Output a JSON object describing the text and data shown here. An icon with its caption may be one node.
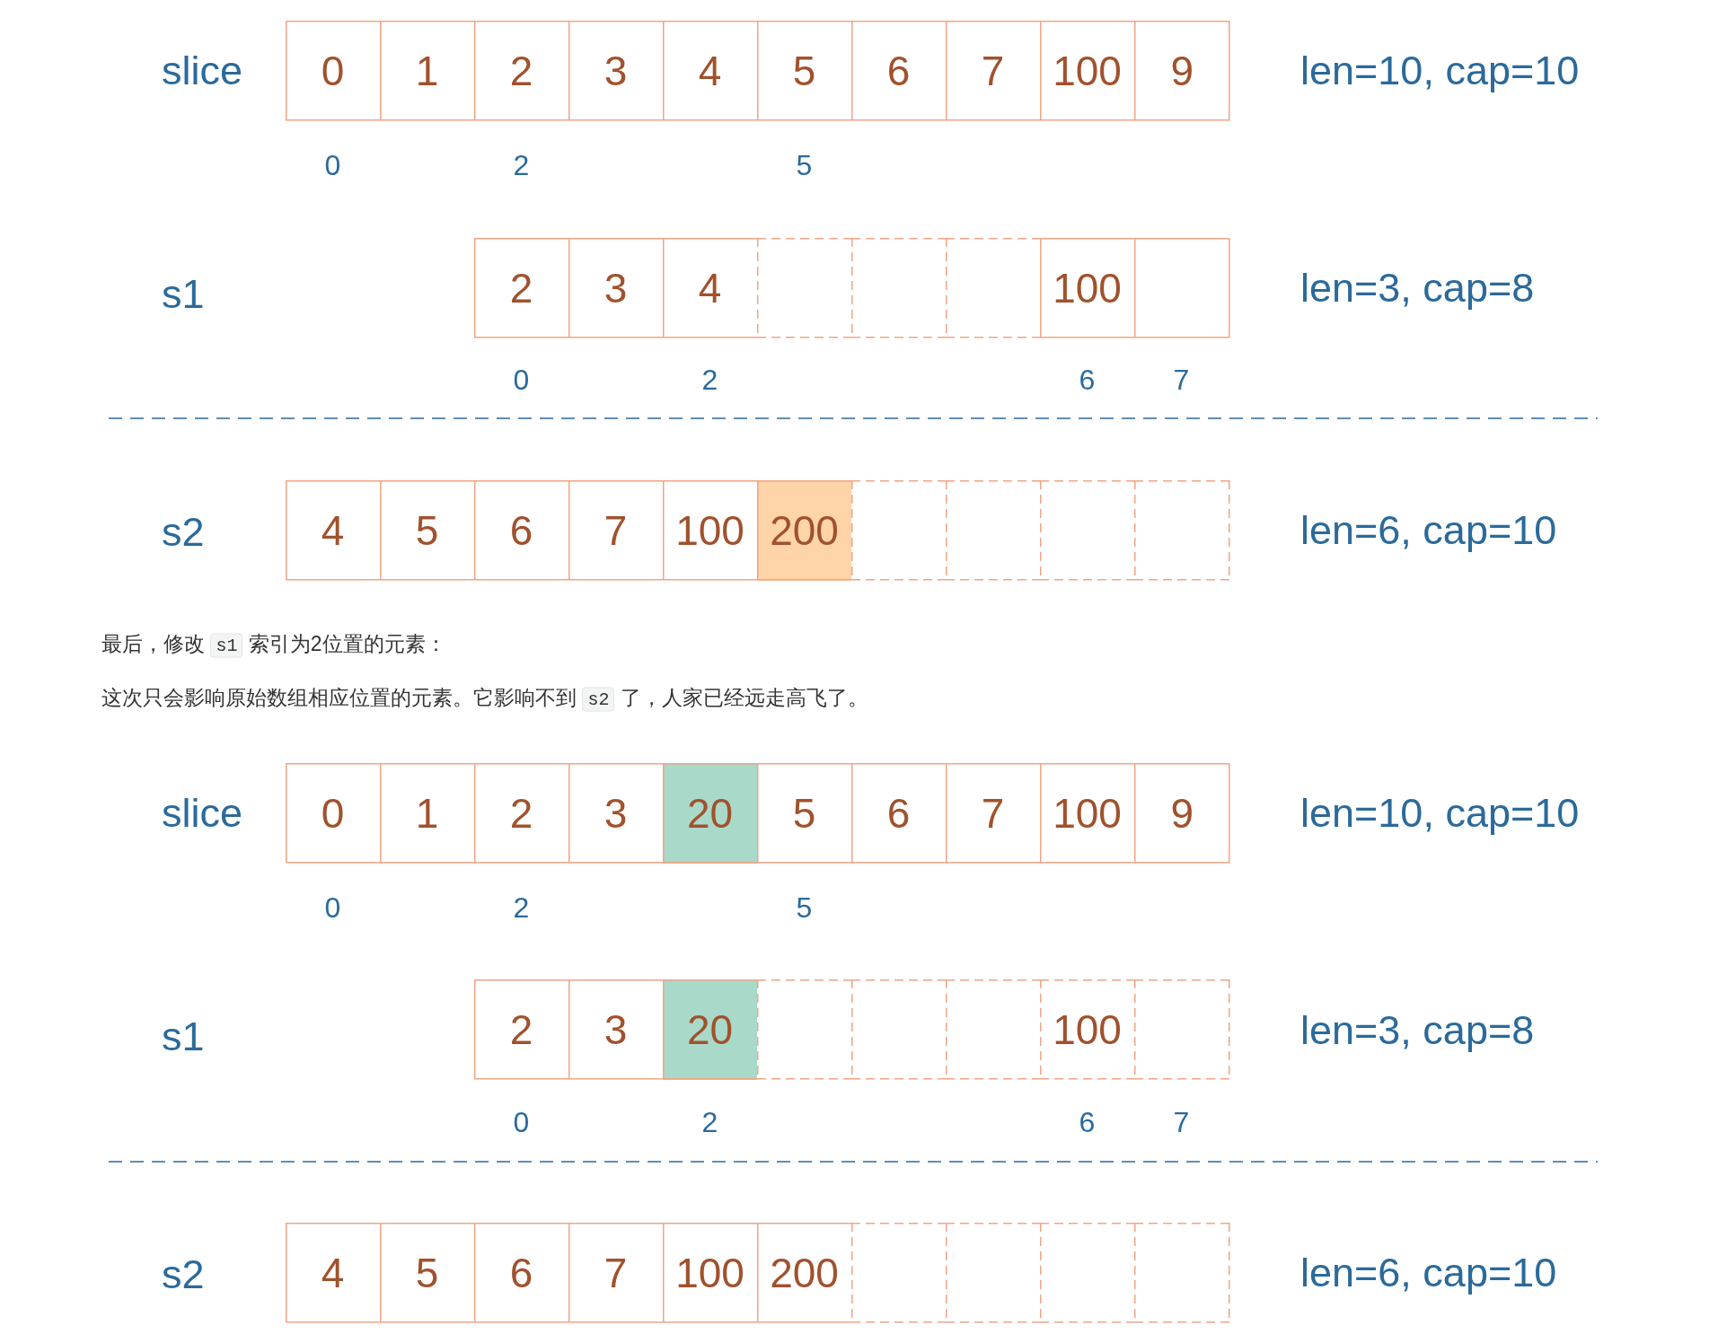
{
  "diagram": {
    "nodes": [
      {
        "text": [
          "0"
        ]
      },
      {
        "text": [
          "1"
        ]
      },
      {
        "text": [
          "2"
        ]
      },
      {
        "text": [
          "3"
        ]
      },
      {
        "text": [
          "4"
        ]
      },
      {
        "text": [
          "5"
        ]
      },
      {
        "text": [
          "6"
        ]
      },
      {
        "text": [
          "7"
        ]
      },
      {
        "text": [
          "100"
        ]
      },
      {
        "text": [
          "9"
        ]
      },
      {
        "text": [
          "2"
        ]
      },
      {
        "text": [
          "3"
        ]
      },
      {
        "text": [
          "4"
        ]
      },
      {
        "text": [],
        "shape": "box"
      },
      {
        "text": [],
        "shape": "box"
      },
      {
        "text": [],
        "shape": "box"
      },
      {
        "text": [
          "100"
        ]
      },
      {
        "text": [],
        "shape": "box"
      },
      {
        "text": [
          "4"
        ]
      },
      {
        "text": [
          "5"
        ]
      },
      {
        "text": [
          "6"
        ]
      },
      {
        "text": [
          "7"
        ]
      },
      {
        "text": [
          "100"
        ]
      },
      {
        "text": [
          "200"
        ]
      },
      {
        "text": [],
        "shape": "box"
      },
      {
        "text": [],
        "shape": "box"
      },
      {
        "text": [],
        "shape": "box"
      },
      {
        "text": [],
        "shape": "box"
      },
      {
        "text": [
          "0"
        ]
      },
      {
        "text": [
          "1"
        ]
      },
      {
        "text": [
          "2"
        ]
      },
      {
        "text": [
          "3"
        ]
      },
      {
        "text": [
          "20"
        ]
      },
      {
        "text": [
          "5"
        ]
      },
      {
        "text": [
          "6"
        ]
      },
      {
        "text": [
          "7"
        ]
      },
      {
        "text": [
          "100"
        ]
      },
      {
        "text": [
          "9"
        ]
      },
      {
        "text": [
          "2"
        ]
      },
      {
        "text": [
          "3"
        ]
      },
      {
        "text": [
          "20"
        ]
      },
      {
        "text": [],
        "shape": "box"
      },
      {
        "text": [],
        "shape": "box"
      },
      {
        "text": [],
        "shape": "box"
      },
      {
        "text": [
          "100"
        ]
      },
      {
        "text": [],
        "shape": "box"
      },
      {
        "text": [
          "4"
        ]
      },
      {
        "text": [
          "5"
        ]
      },
      {
        "text": [
          "6"
        ]
      },
      {
        "text": [
          "7"
        ]
      },
      {
        "text": [
          "100"
        ]
      },
      {
        "text": [
          "200"
        ]
      },
      {
        "text": [],
        "shape": "box"
      },
      {
        "text": [],
        "shape": "box"
      },
      {
        "text": [],
        "shape": "box"
      },
      {
        "text": [],
        "shape": "box"
      }
    ],
    "labels": [
      "slice",
      "len=10, cap=10",
      "0",
      "2",
      "5",
      "s1",
      "len=3, cap=8",
      "0",
      "2",
      "6",
      "7",
      "s2",
      "len=6, cap=10",
      "最后，修改 s1 索引为2位置的元素：",
      "这次只会影响原始数组相应位置的元素。它影响不到 s2 了，人家已经远走高飞了。",
      "slice",
      "len=10, cap=10",
      "0",
      "2",
      "5",
      "s1",
      "len=3, cap=8",
      "0",
      "2",
      "6",
      "7",
      "s2",
      "len=6, cap=10"
    ]
  }
}
